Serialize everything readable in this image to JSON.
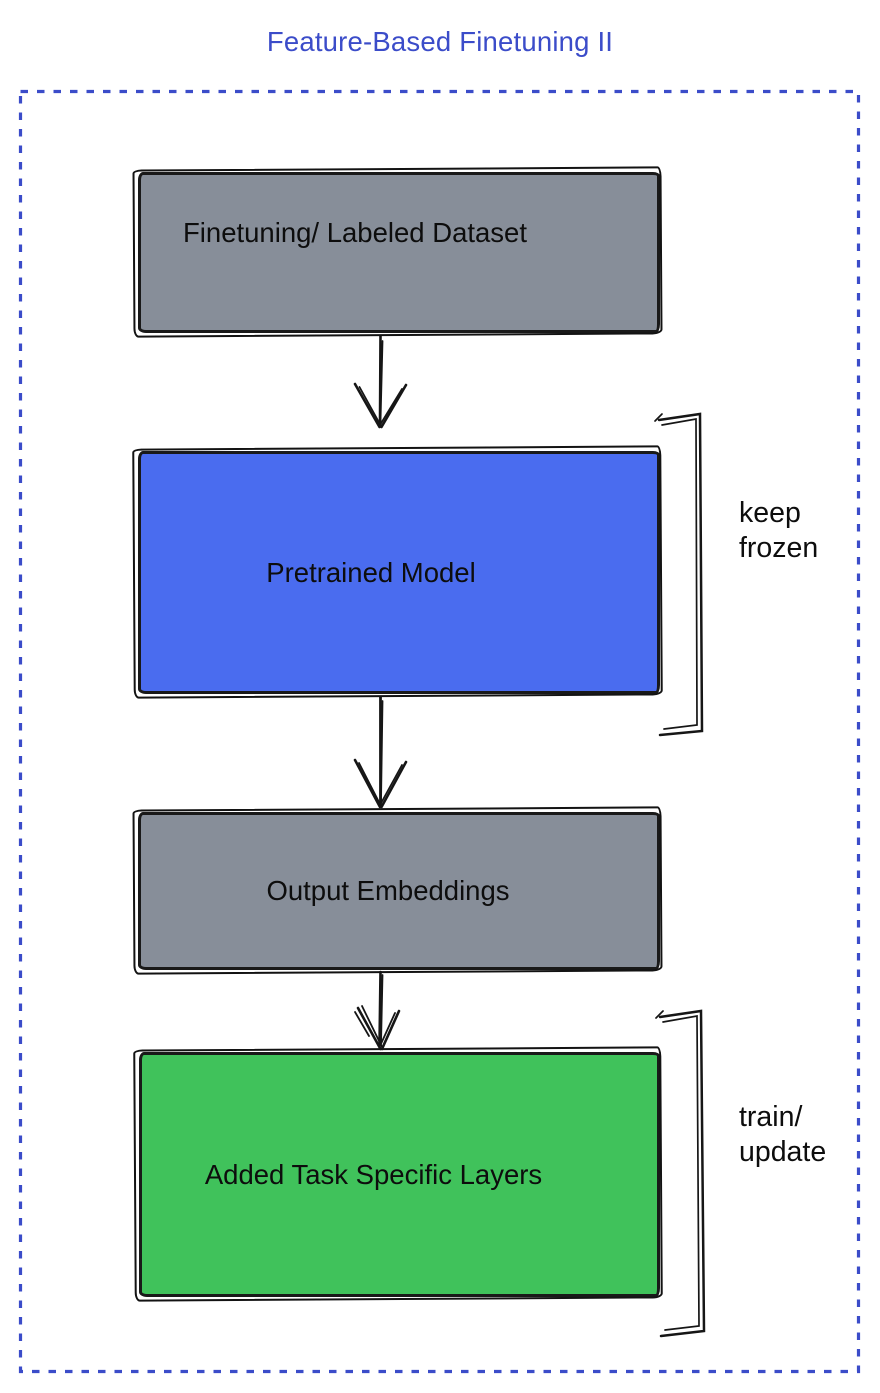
{
  "title": "Feature-Based Finetuning II",
  "colors": {
    "accent": "#3b4cc9",
    "gray": "#878e99",
    "blue": "#4a6cef",
    "green": "#40c25b",
    "ink": "#161616"
  },
  "diagram": {
    "nodes": [
      {
        "label": "Finetuning/ Labeled Dataset",
        "fill": "#878e99"
      },
      {
        "label": "Pretrained Model",
        "fill": "#4a6cef"
      },
      {
        "label": "Output Embeddings",
        "fill": "#878e99"
      },
      {
        "label": "Added Task Specific Layers",
        "fill": "#40c25b"
      }
    ],
    "annotations": [
      {
        "label": "keep frozen"
      },
      {
        "label": "train/ update"
      }
    ]
  }
}
